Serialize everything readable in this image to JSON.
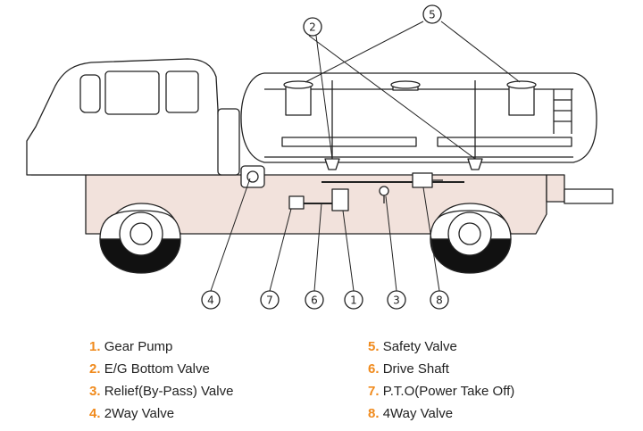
{
  "callouts": [
    "1",
    "2",
    "3",
    "4",
    "5",
    "6",
    "7",
    "8"
  ],
  "legend": {
    "left": [
      {
        "num": "1.",
        "label": "Gear Pump"
      },
      {
        "num": "2.",
        "label": "E/G Bottom Valve"
      },
      {
        "num": "3.",
        "label": "Relief(By-Pass) Valve"
      },
      {
        "num": "4.",
        "label": "2Way Valve"
      }
    ],
    "right": [
      {
        "num": "5.",
        "label": "Safety Valve"
      },
      {
        "num": "6.",
        "label": "Drive Shaft"
      },
      {
        "num": "7.",
        "label": "P.T.O(Power Take Off)"
      },
      {
        "num": "8.",
        "label": "4Way Valve"
      }
    ]
  },
  "colors": {
    "accent": "#f08a1c",
    "chassis": "#f2e2dc",
    "line": "#222222"
  }
}
